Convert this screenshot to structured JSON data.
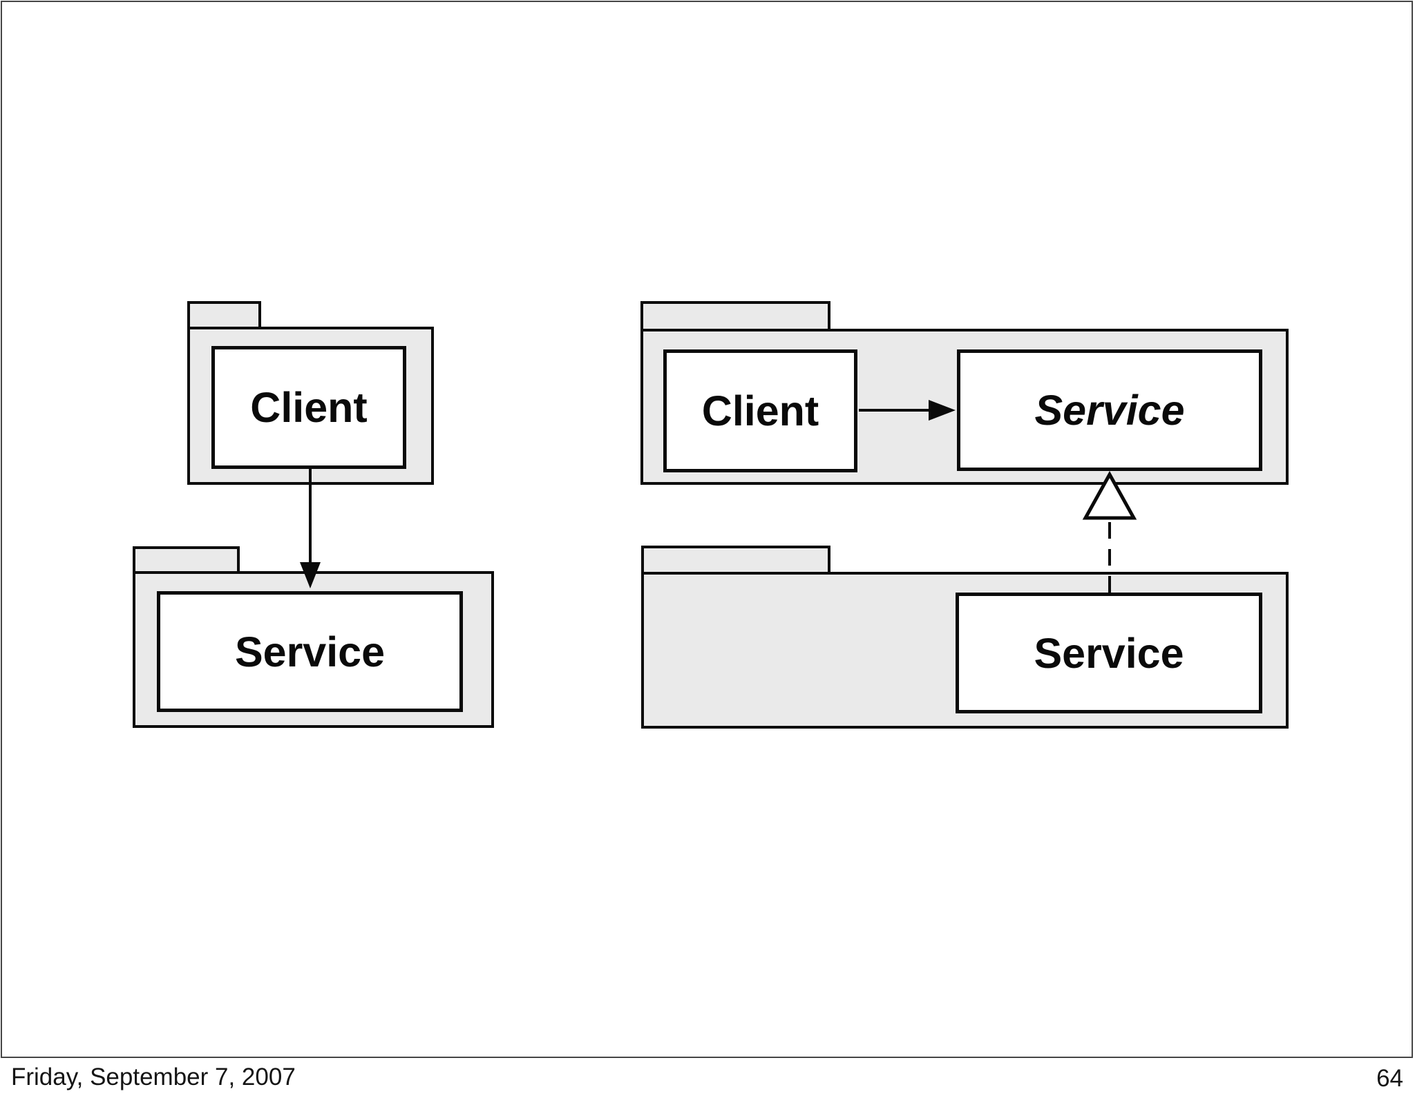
{
  "footer": {
    "date": "Friday, September 7, 2007",
    "page": "64"
  },
  "boxes": {
    "left_client": "Client",
    "left_service": "Service",
    "right_client": "Client",
    "right_service_interface": "Service",
    "right_service_impl": "Service"
  },
  "diagram": {
    "type": "uml-package-diagram",
    "left_pair_relation": "dependency-arrow-from-client-package-to-service-package",
    "right_pair_relations": [
      "dependency-arrow-from-client-to-service-interface",
      "realization-dashed-line-with-hollow-triangle-from-service-impl-to-service-interface"
    ]
  },
  "colors": {
    "package_fill": "#eaeaea",
    "stroke": "#0a0a0a",
    "slide_frame": "#454545",
    "background": "#ffffff"
  }
}
